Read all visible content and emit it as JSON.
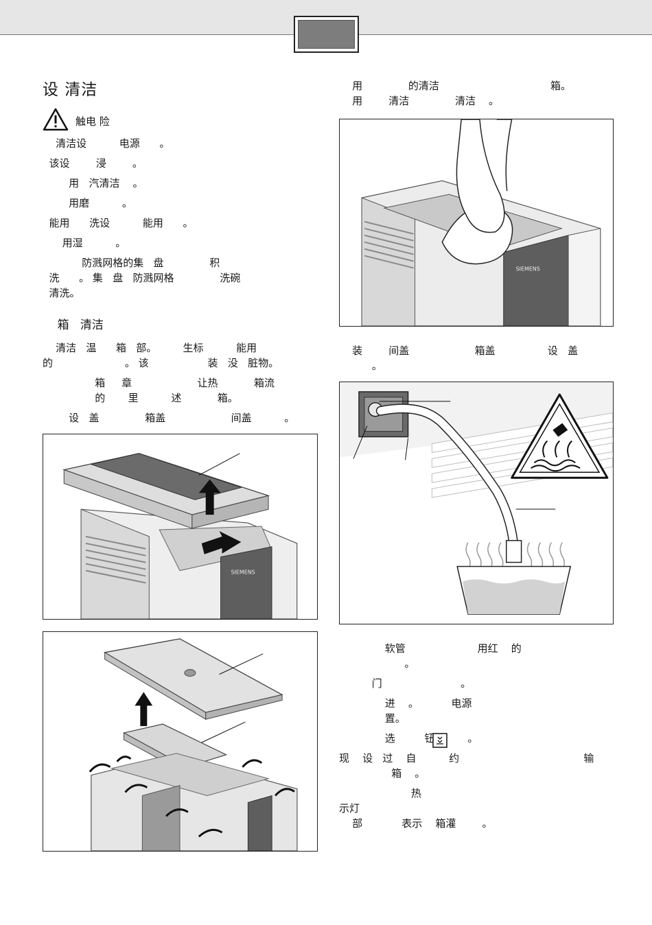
{
  "left_column": {
    "title": "设 清洁",
    "warning_label": "触电 险",
    "paragraphs": [
      "    清洁设          电源      。",
      "  该设        浸        。",
      "        用   汽清洁    。",
      "        用磨          。",
      "  能用      洗设          能用      。",
      "      用湿          。",
      "            防溅网格的集   盘              积\n  洗      。 集   盘   防溅网格              洗碗\n  清洗。"
    ],
    "subheading": "    箱   清洁",
    "paragraphs2": [
      "    清洁   温      箱   部。        生标          能用\n的                      。 该                  装   没   脏物。",
      "                箱     章                    让热           箱流\n                的       里          述           箱。",
      "        设   盖              箱盖                    间盖          。"
    ]
  },
  "right_column": {
    "intro_lines": [
      "    用              的清洁                                  箱。",
      "    用        清洁              清洁    。"
    ],
    "caption_after_fig3": "    装        间盖                    箱盖                设   盖\n          。",
    "steps": [
      "              软管                      用红    的\n                    。",
      "          门                        。",
      "              进    。          电源\n              置。",
      "              选         钮          。",
      "现    设   过    自          约                                      输\n                箱    。",
      "                      热                                                         示灯\n    部            表示    箱灌        。"
    ]
  },
  "figures": {
    "brand_text": "SIEMENS",
    "colors": {
      "frame": "#222222",
      "device_gray": "#dcdcdc",
      "dark_panel": "#5a5a5a",
      "water": "#cfcfcf"
    }
  }
}
